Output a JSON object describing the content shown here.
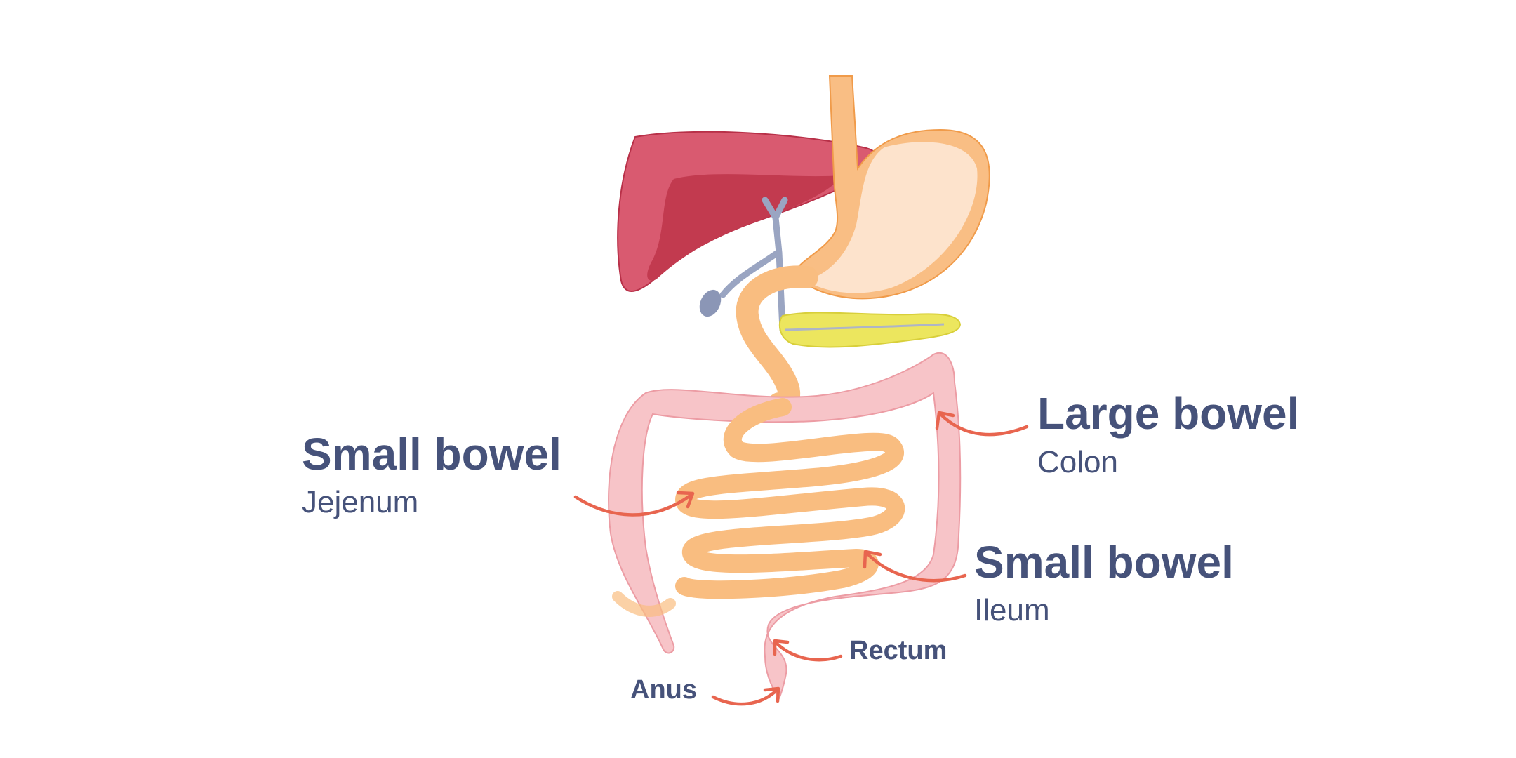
{
  "labels": {
    "large_bowel": {
      "title": "Large bowel",
      "subtitle": "Colon"
    },
    "small_bowel_jejenum": {
      "title": "Small bowel",
      "subtitle": "Jejenum"
    },
    "small_bowel_ileum": {
      "title": "Small bowel",
      "subtitle": "Ileum"
    },
    "rectum": "Rectum",
    "anus": "Anus"
  },
  "colors": {
    "label_text": "#46527a",
    "arrow": "#e8654f",
    "liver": "#c23a4f",
    "liver_light": "#d95a70",
    "stomach": "#f9be84",
    "stomach_inner": "#fde3cc",
    "pancreas": "#ece65e",
    "bile_duct": "#9aa5c2",
    "colon": "#f7c4c8",
    "small_intestine": "#f9bd80"
  }
}
